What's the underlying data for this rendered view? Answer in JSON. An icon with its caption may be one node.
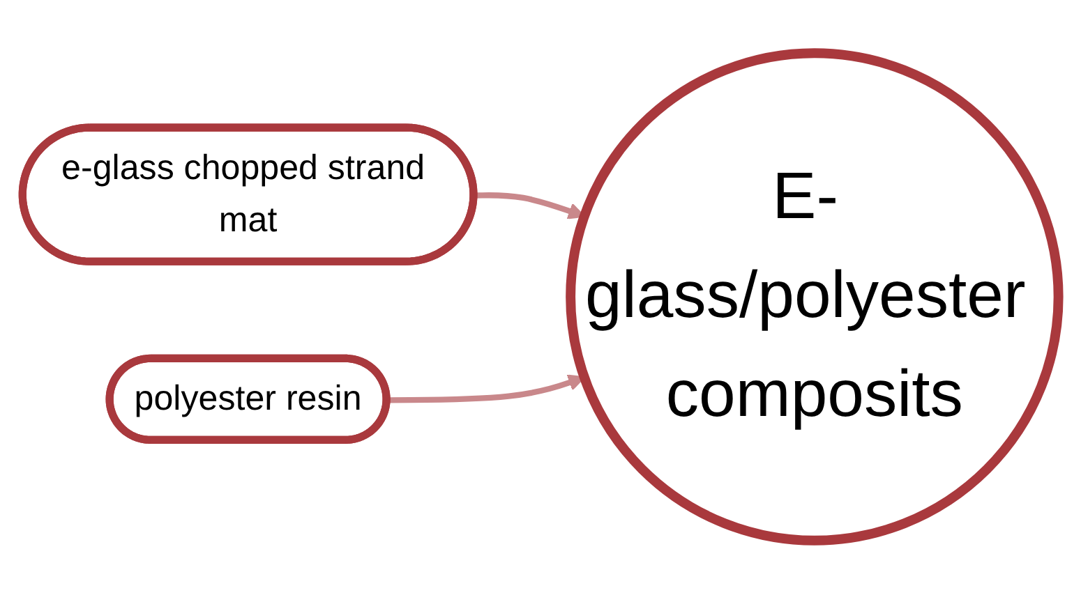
{
  "diagram": {
    "nodes": [
      {
        "text": [
          "e-glass chopped strand mat"
        ]
      },
      {
        "text": [
          "polyester resin"
        ]
      },
      {
        "text": [
          "E- glass/polyester composits"
        ]
      }
    ],
    "edges": [
      {
        "from": 0,
        "to": 2,
        "arrow": "to"
      },
      {
        "from": 1,
        "to": 2,
        "arrow": "to"
      }
    ]
  }
}
